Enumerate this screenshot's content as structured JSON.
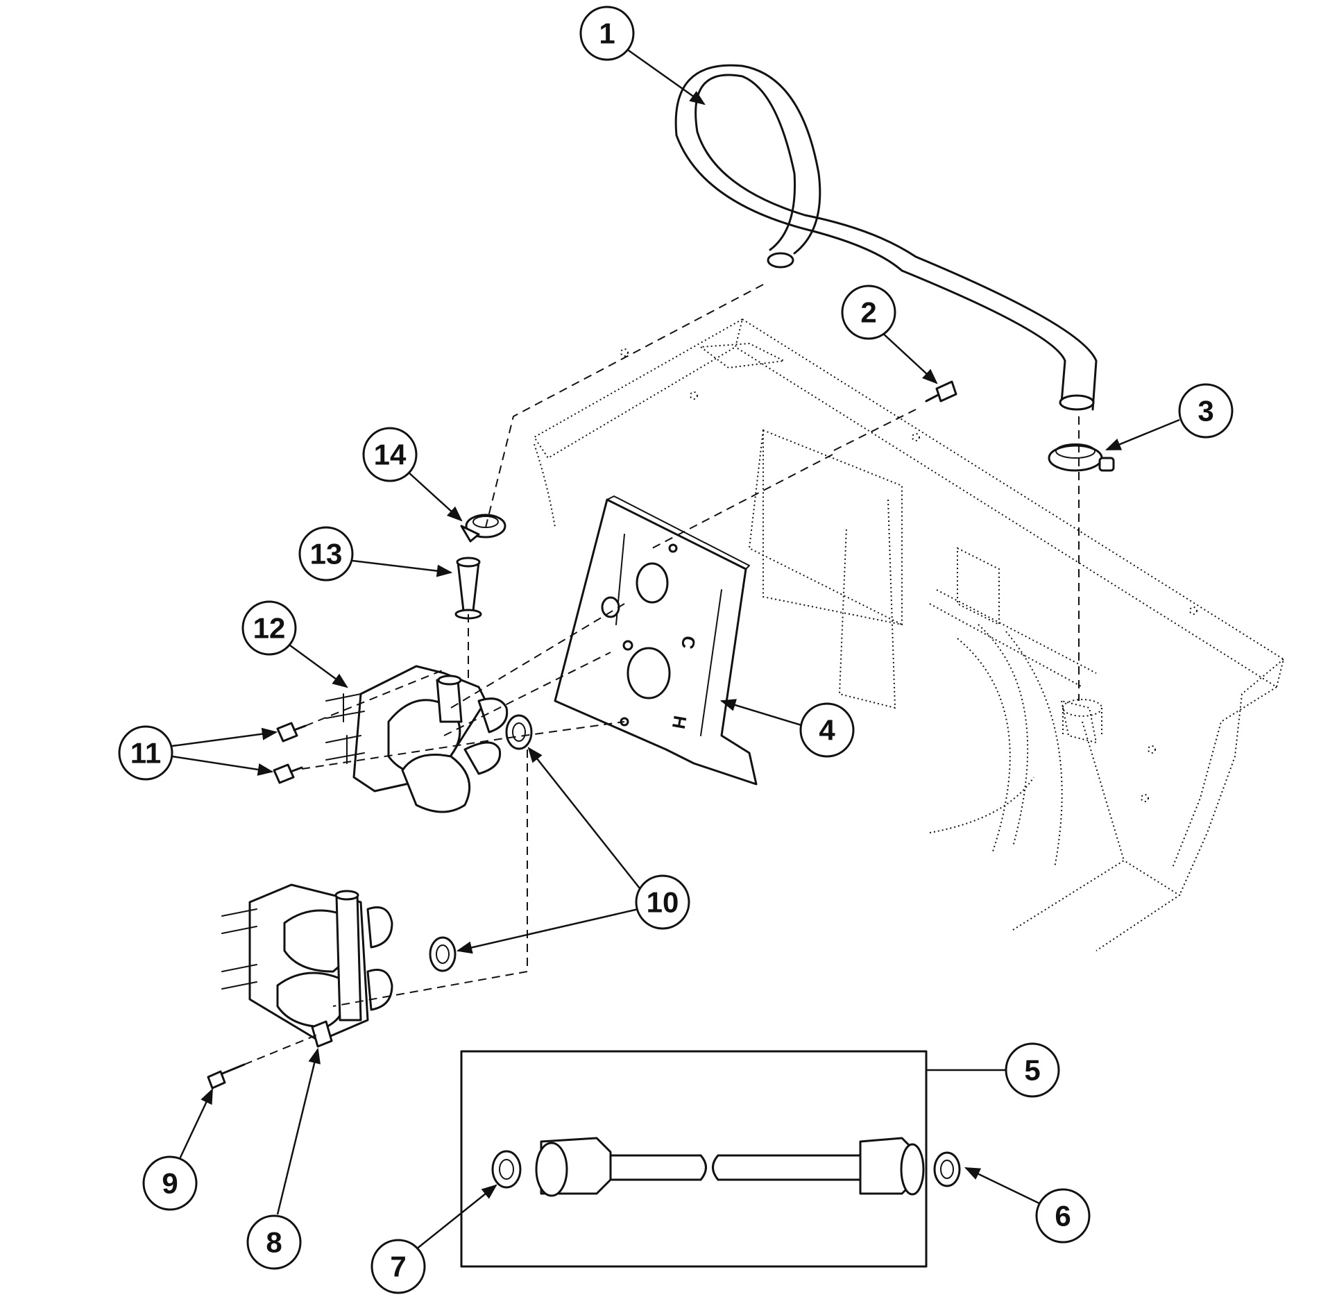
{
  "diagram": {
    "callouts": [
      {
        "id": "1",
        "label": "1"
      },
      {
        "id": "2",
        "label": "2"
      },
      {
        "id": "3",
        "label": "3"
      },
      {
        "id": "4",
        "label": "4"
      },
      {
        "id": "5",
        "label": "5"
      },
      {
        "id": "6",
        "label": "6"
      },
      {
        "id": "7",
        "label": "7"
      },
      {
        "id": "8",
        "label": "8"
      },
      {
        "id": "9",
        "label": "9"
      },
      {
        "id": "10",
        "label": "10"
      },
      {
        "id": "11",
        "label": "11"
      },
      {
        "id": "12",
        "label": "12"
      },
      {
        "id": "13",
        "label": "13"
      },
      {
        "id": "14",
        "label": "14"
      }
    ],
    "plate_marks": {
      "cold": "C",
      "hot": "H"
    }
  }
}
